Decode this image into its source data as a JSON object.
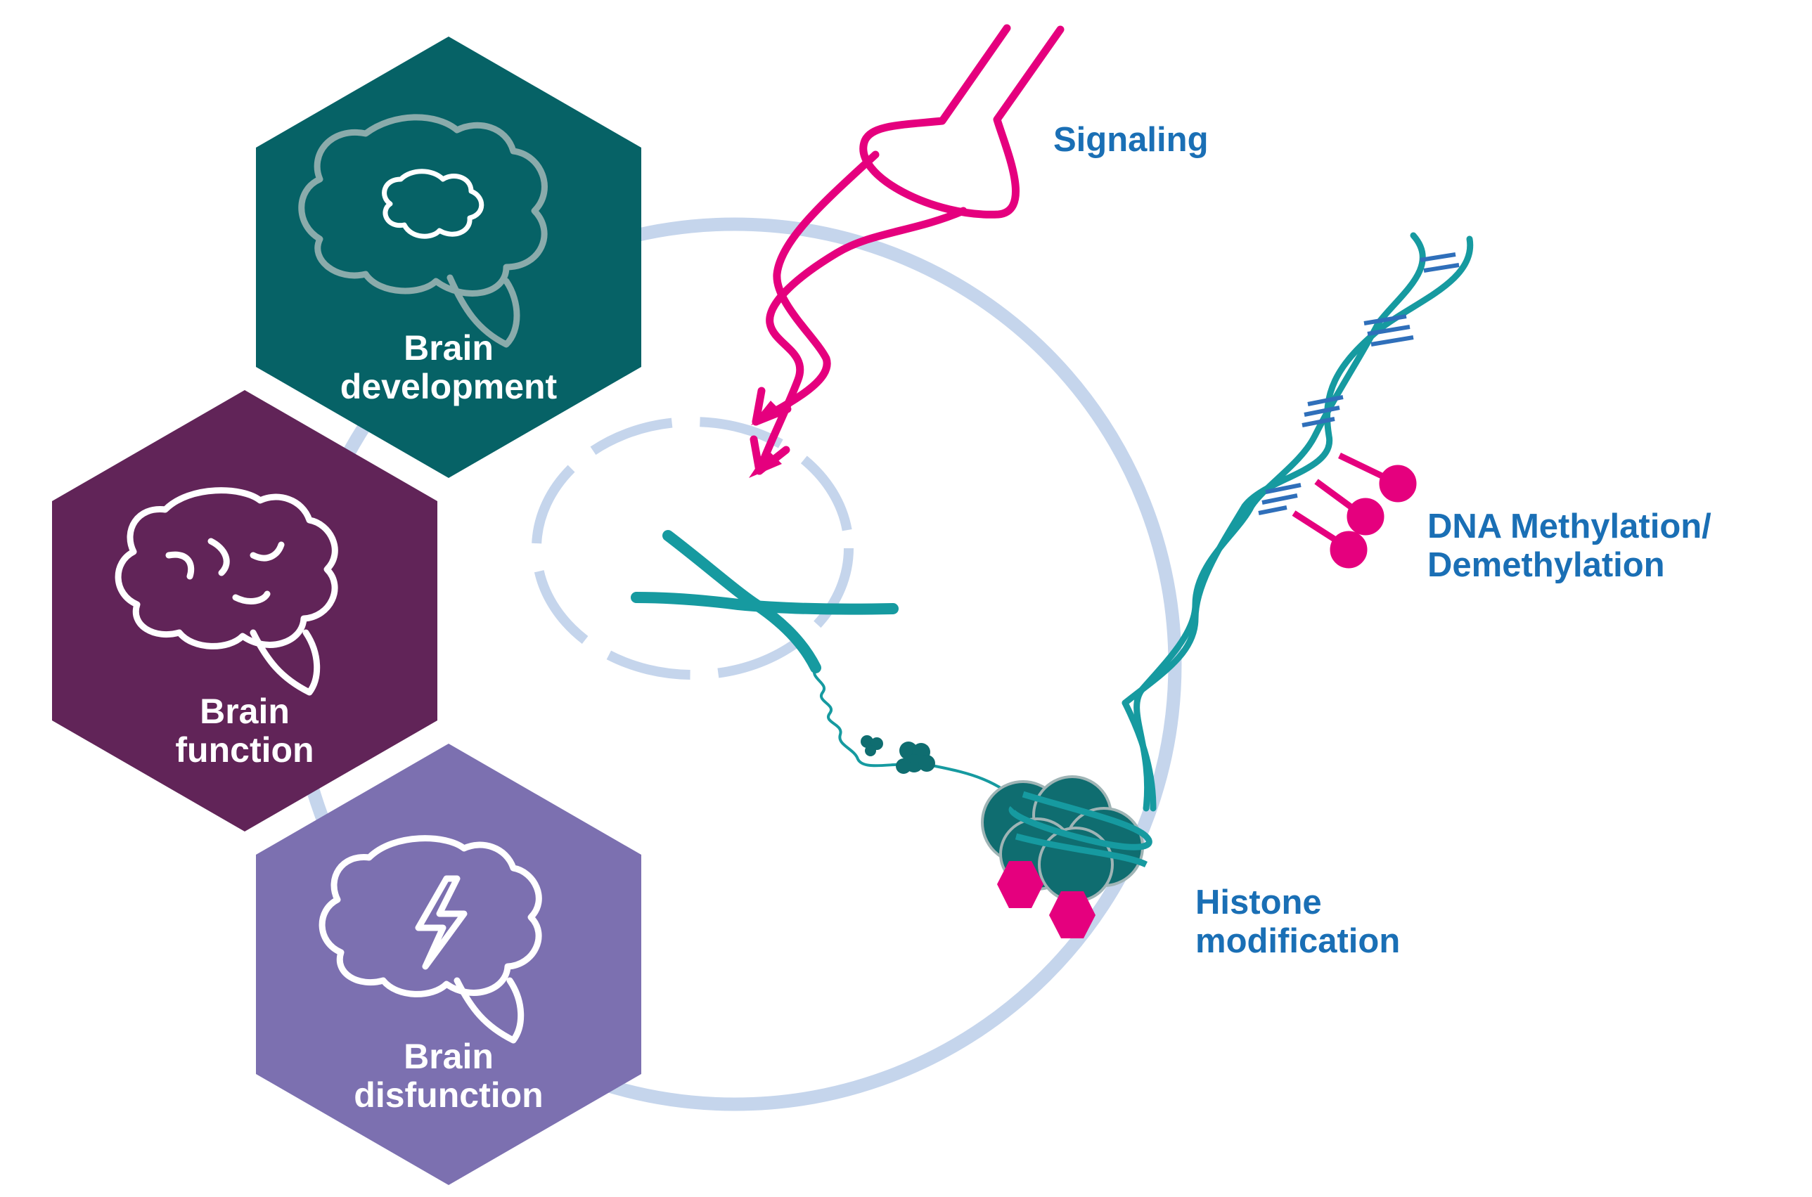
{
  "hexagons": [
    {
      "line1": "Brain",
      "line2": "development",
      "color": "#066266",
      "icon": "brain-in-brain-icon"
    },
    {
      "line1": "Brain",
      "line2": "function",
      "color": "#612458",
      "icon": "brain-icon"
    },
    {
      "line1": "Brain",
      "line2": "disfunction",
      "color": "#7c70b0",
      "icon": "brain-lightning-icon"
    }
  ],
  "labels": {
    "signaling": "Signaling",
    "dna_line1": "DNA Methylation/",
    "dna_line2": "Demethylation",
    "histone_line1": "Histone",
    "histone_line2": "modification"
  },
  "colors": {
    "cell_ring": "#c5d5ec",
    "magenta": "#e5007e",
    "teal": "#169aa0",
    "dark_teal": "#0f6d70",
    "label_blue": "#1a6fb5",
    "dna_rung_blue": "#2f6fba"
  }
}
